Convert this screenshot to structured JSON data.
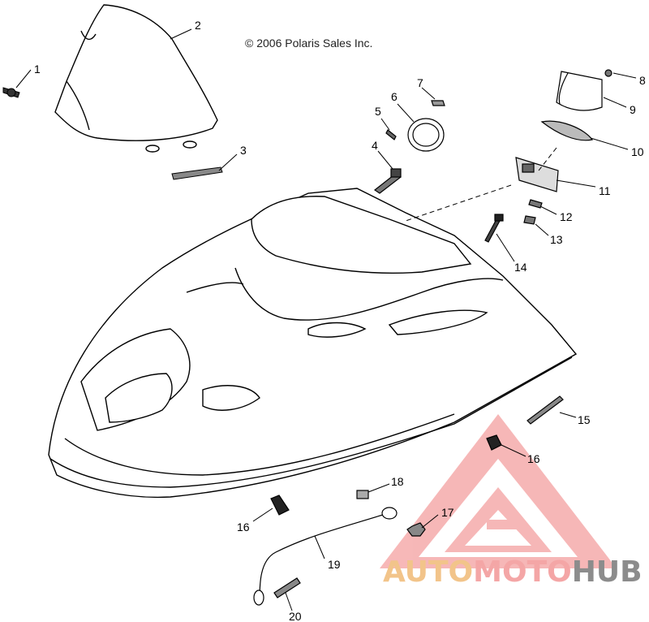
{
  "copyright": "© 2006 Polaris Sales Inc.",
  "callouts": [
    {
      "id": "1",
      "text": "1"
    },
    {
      "id": "2",
      "text": "2"
    },
    {
      "id": "3",
      "text": "3"
    },
    {
      "id": "4",
      "text": "4"
    },
    {
      "id": "5",
      "text": "5"
    },
    {
      "id": "6",
      "text": "6"
    },
    {
      "id": "7",
      "text": "7"
    },
    {
      "id": "8",
      "text": "8"
    },
    {
      "id": "9",
      "text": "9"
    },
    {
      "id": "10",
      "text": "10"
    },
    {
      "id": "11",
      "text": "11"
    },
    {
      "id": "12",
      "text": "12"
    },
    {
      "id": "13",
      "text": "13"
    },
    {
      "id": "14",
      "text": "14"
    },
    {
      "id": "15",
      "text": "15"
    },
    {
      "id": "16a",
      "text": "16"
    },
    {
      "id": "16b",
      "text": "16"
    },
    {
      "id": "17",
      "text": "17"
    },
    {
      "id": "18",
      "text": "18"
    },
    {
      "id": "19",
      "text": "19"
    },
    {
      "id": "20",
      "text": "20"
    }
  ],
  "watermark": {
    "part1": "AUTO",
    "part2": "MOTO",
    "part3": "HUB",
    "color1": "#f2c48a",
    "color2": "#f4a6a6",
    "color3": "#8c8c8c",
    "logo_color": "#f08080"
  }
}
